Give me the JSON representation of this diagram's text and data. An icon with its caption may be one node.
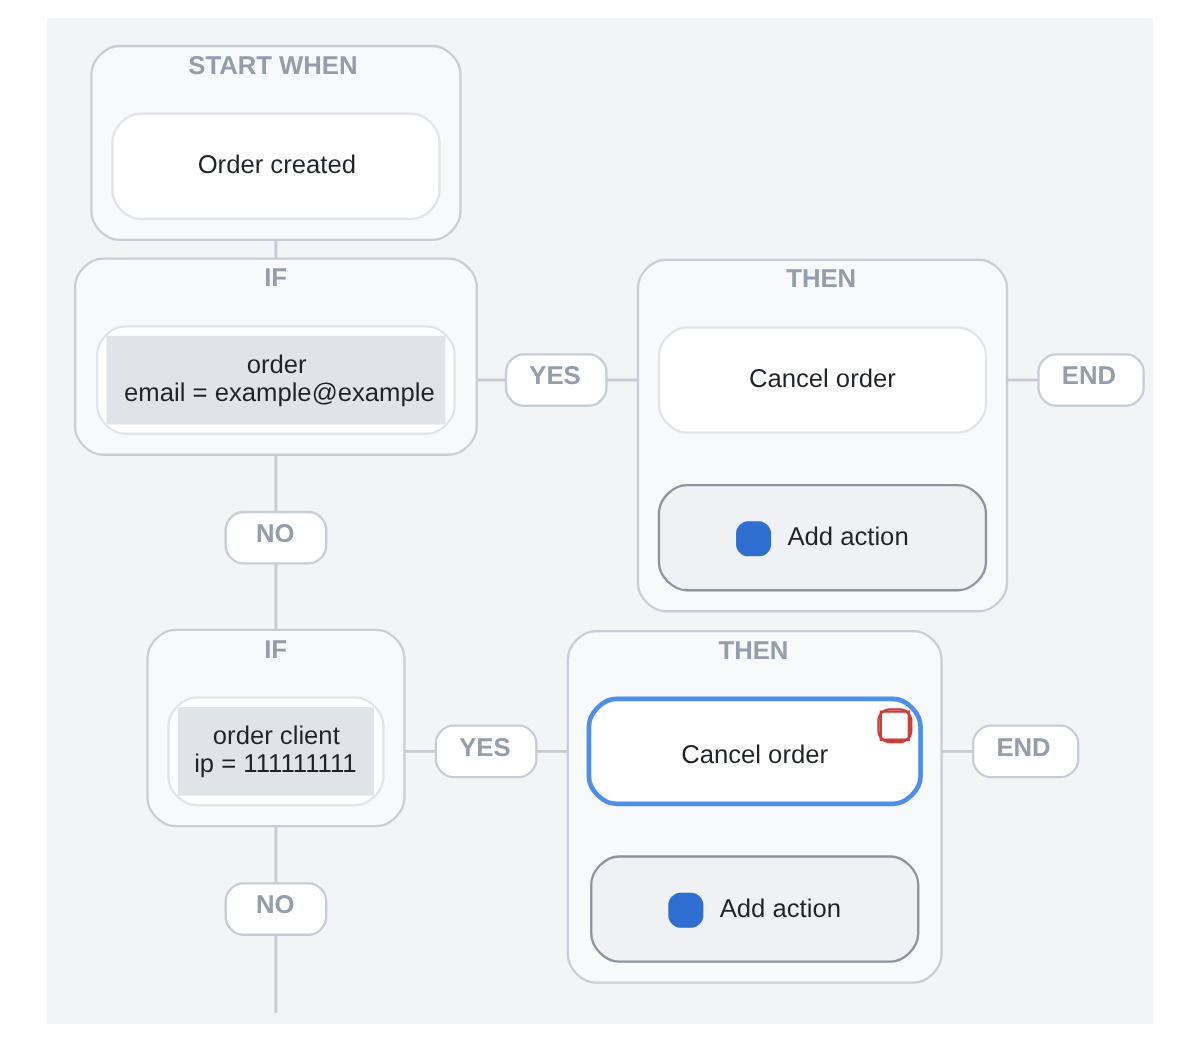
{
  "diagram": {
    "nodes": [
      {
        "text": [
          "START WHEN"
        ]
      },
      {
        "text": [
          "Order created"
        ],
        "in": 0
      },
      {
        "text": [
          "IF"
        ]
      },
      {
        "text": [
          "order",
          "email = example@example"
        ],
        "in": 2
      },
      {
        "text": [
          "YES"
        ]
      },
      {
        "text": [
          "THEN"
        ]
      },
      {
        "text": [
          "Cancel order"
        ],
        "in": 5
      },
      {
        "text": [
          "Add action"
        ],
        "in": 5
      },
      {
        "text": [
          "END"
        ]
      },
      {
        "text": [
          "NO"
        ]
      },
      {
        "text": [
          "IF"
        ]
      },
      {
        "text": [
          "order client",
          "ip = 111111111"
        ],
        "in": 10
      },
      {
        "text": [
          "YES"
        ]
      },
      {
        "text": [
          "THEN"
        ]
      },
      {
        "text": [
          "Cancel order"
        ],
        "in": 13
      },
      {
        "text": [
          "Add action"
        ],
        "in": 13
      },
      {
        "text": [
          "END"
        ]
      },
      {
        "text": [
          "NO"
        ]
      }
    ],
    "edges": [
      {
        "from": 0,
        "to": 2,
        "arrow": "none"
      },
      {
        "from": 2,
        "to": 4,
        "arrow": "none"
      },
      {
        "from": 4,
        "to": 5,
        "arrow": "none"
      },
      {
        "from": 5,
        "to": 8,
        "arrow": "none"
      },
      {
        "from": 2,
        "to": 9,
        "arrow": "none"
      },
      {
        "from": 9,
        "to": 10,
        "arrow": "none"
      },
      {
        "from": 10,
        "to": 12,
        "arrow": "none"
      },
      {
        "from": 12,
        "to": 13,
        "arrow": "none"
      },
      {
        "from": 13,
        "to": 16,
        "arrow": "none"
      },
      {
        "from": 10,
        "to": 17,
        "arrow": "none"
      },
      {
        "from": 17,
        "to": null,
        "arrow": "none"
      }
    ]
  }
}
